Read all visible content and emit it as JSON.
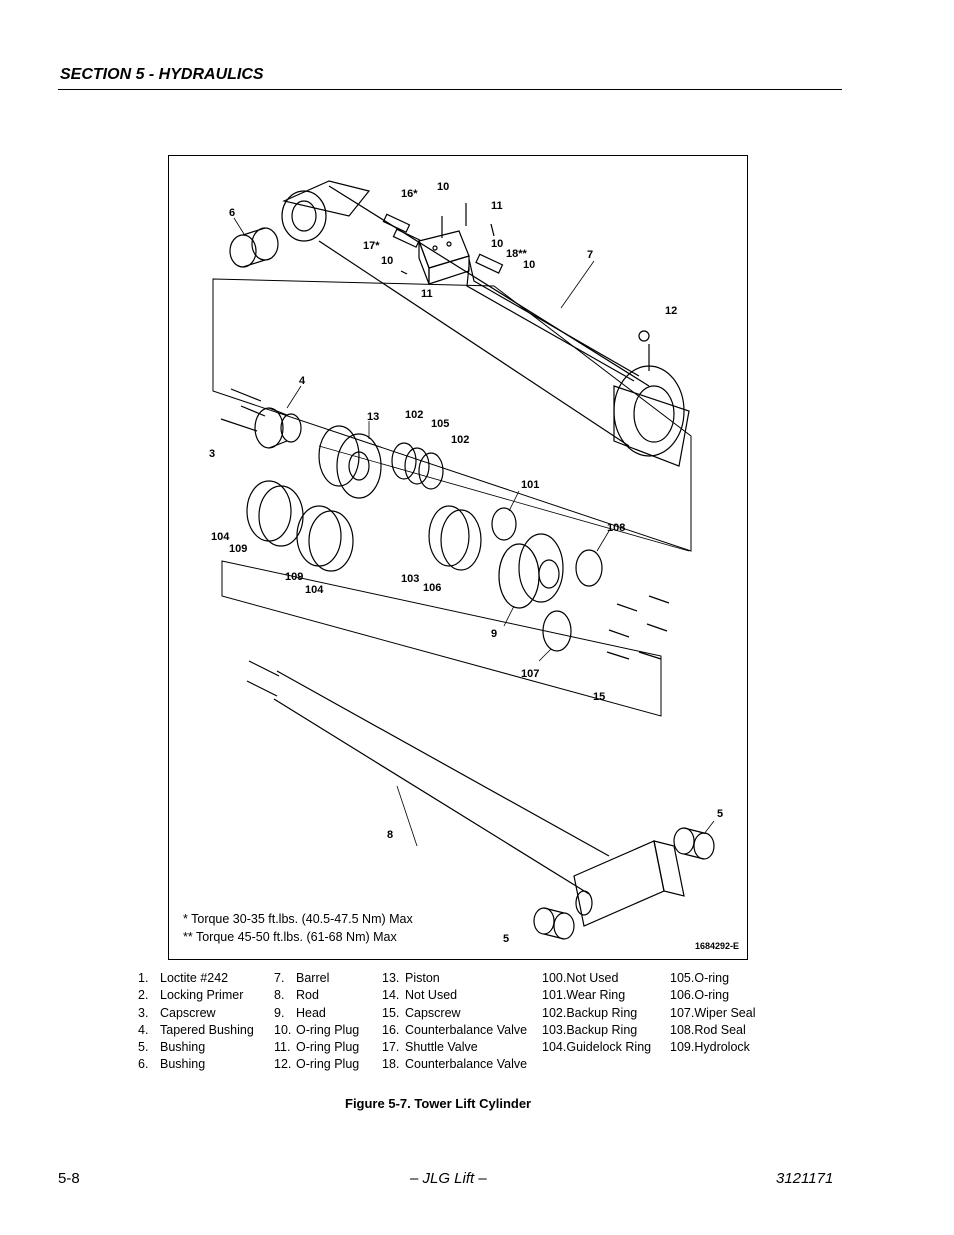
{
  "header": {
    "section_title": "SECTION 5 - HYDRAULICS"
  },
  "figure": {
    "callouts": [
      "6",
      "16*",
      "10",
      "11",
      "10",
      "17*",
      "10",
      "18**",
      "10",
      "11",
      "7",
      "12",
      "4",
      "13",
      "102",
      "105",
      "102",
      "3",
      "101",
      "104",
      "109",
      "108",
      "109",
      "104",
      "103",
      "106",
      "9",
      "107",
      "15",
      "8",
      "5",
      "5"
    ],
    "torque_notes": [
      "* Torque 30-35 ft.lbs. (40.5-47.5 Nm) Max",
      "** Torque 45-50 ft.lbs. (61-68 Nm) Max"
    ],
    "drawing_number": "1684292-E",
    "caption": "Figure 5-7.  Tower Lift Cylinder"
  },
  "legend": {
    "col1": [
      {
        "num": "1.",
        "label": "Loctite #242"
      },
      {
        "num": "2.",
        "label": "Locking Primer"
      },
      {
        "num": "3.",
        "label": "Capscrew"
      },
      {
        "num": "4.",
        "label": "Tapered Bushing"
      },
      {
        "num": "5.",
        "label": "Bushing"
      },
      {
        "num": "6.",
        "label": "Bushing"
      }
    ],
    "col2": [
      {
        "num": "7.",
        "label": "Barrel"
      },
      {
        "num": "8.",
        "label": "Rod"
      },
      {
        "num": "9.",
        "label": "Head"
      },
      {
        "num": "10.",
        "label": "O-ring Plug"
      },
      {
        "num": "11.",
        "label": "O-ring Plug"
      },
      {
        "num": "12.",
        "label": "O-ring Plug"
      }
    ],
    "col3": [
      {
        "num": "13.",
        "label": "Piston"
      },
      {
        "num": "14.",
        "label": "Not Used"
      },
      {
        "num": "15.",
        "label": "Capscrew"
      },
      {
        "num": "16.",
        "label": "Counterbalance Valve"
      },
      {
        "num": "17.",
        "label": "Shuttle Valve"
      },
      {
        "num": "18.",
        "label": "Counterbalance Valve"
      }
    ],
    "col4": [
      {
        "num": "100.",
        "label": "Not Used"
      },
      {
        "num": "101.",
        "label": "Wear Ring"
      },
      {
        "num": "102.",
        "label": "Backup Ring"
      },
      {
        "num": "103.",
        "label": "Backup Ring"
      },
      {
        "num": "104.",
        "label": "Guidelock Ring"
      }
    ],
    "col5": [
      {
        "num": "105.",
        "label": "O-ring"
      },
      {
        "num": "106.",
        "label": "O-ring"
      },
      {
        "num": "107.",
        "label": "Wiper Seal"
      },
      {
        "num": "108.",
        "label": "Rod Seal"
      },
      {
        "num": "109.",
        "label": "Hydrolock"
      }
    ]
  },
  "footer": {
    "page": "5-8",
    "center": "– JLG Lift –",
    "doc_number": "3121171"
  }
}
